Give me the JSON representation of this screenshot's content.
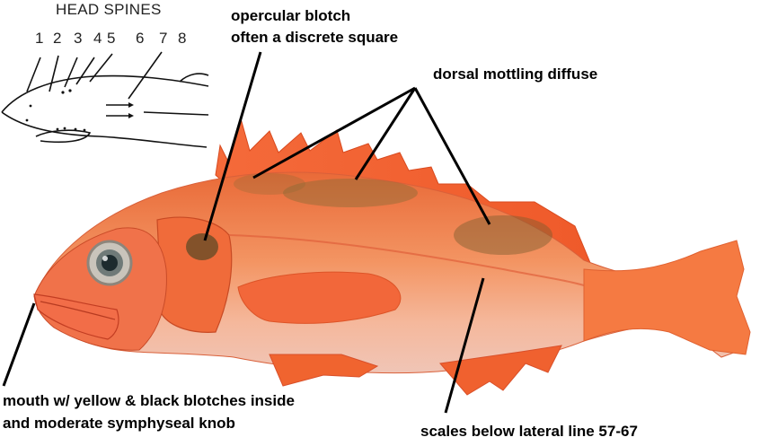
{
  "diagram": {
    "title": "HEAD SPINES",
    "spine_numbers": [
      "1",
      "2",
      "3",
      "4",
      "5",
      "6",
      "7",
      "8"
    ]
  },
  "annotations": {
    "opercular": {
      "line1": "opercular blotch",
      "line2": "often a discrete square"
    },
    "dorsal": "dorsal mottling diffuse",
    "mouth": {
      "line1": "mouth w/ yellow & black blotches inside",
      "line2": "and moderate symphyseal knob"
    },
    "scales": "scales below lateral line 57-67"
  },
  "colors": {
    "body_orange": "#f07a40",
    "belly_pale": "#f2c7b6",
    "fin_red": "#f0562b",
    "blotch_dark": "#6b5a2e"
  }
}
